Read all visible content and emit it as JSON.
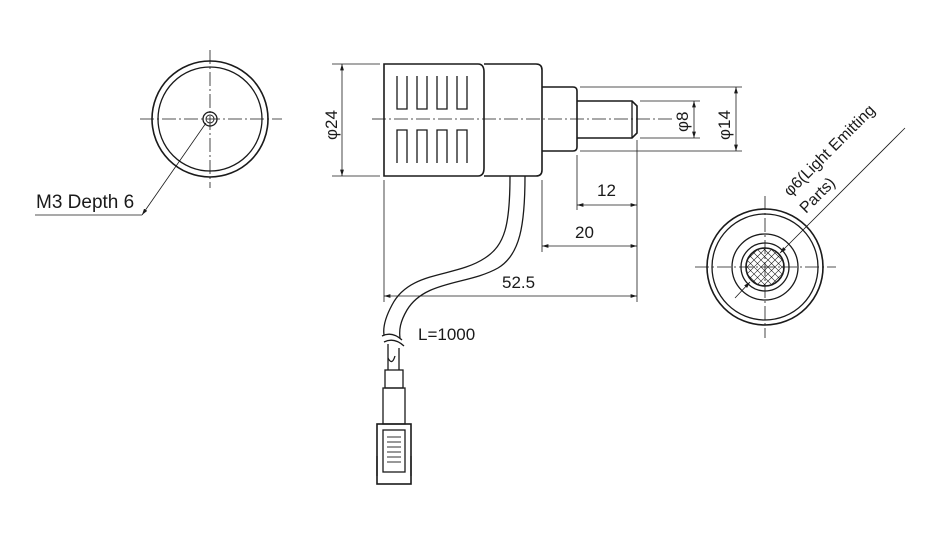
{
  "labels": {
    "tap": "M3 Depth 6",
    "diameter_body": "φ24",
    "diameter_tip": "φ8",
    "diameter_neck": "φ14",
    "len_12": "12",
    "len_20": "20",
    "len_total": "52.5",
    "cable_length": "L=1000",
    "light_line1": "φ6(Light Emitting",
    "light_line2": "Parts)"
  },
  "colors": {
    "line": "#1a1a1a",
    "background": "#ffffff"
  }
}
